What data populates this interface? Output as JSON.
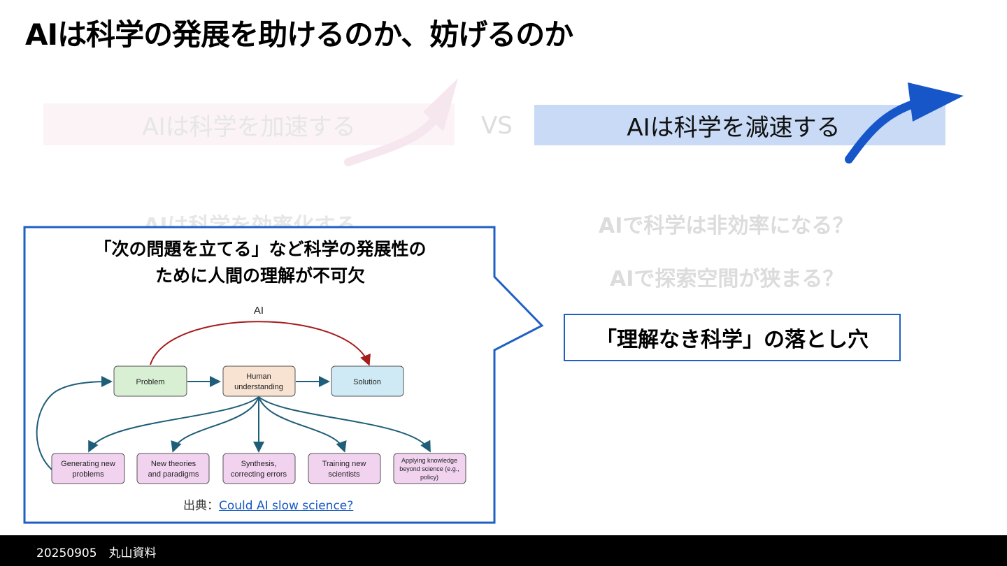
{
  "slide": {
    "title": "AIは科学の発展を助けるのか、妨げるのか",
    "accelerate_label": "AIは科学を加速する",
    "vs_label": "VS",
    "decelerate_label": "AIは科学を減速する",
    "efficiency_label": "AIは科学を効率化する",
    "inefficiency_question": "AIで科学は非効率になる？",
    "narrow_search_question": "AIで探索空間が狭まる？",
    "pitfall_label": "「理解なき科学」の落とし穴",
    "callout_heading_line1": "「次の問題を立てる」など科学の発展性の",
    "callout_heading_line2": "ために人間の理解が不可欠",
    "colors": {
      "accent_blue": "#1f5fc4",
      "highlight_box": "#c8daf5",
      "faded_box": "#fbf3f6"
    }
  },
  "diagram": {
    "ai_label": "AI",
    "problem": "Problem",
    "human_line1": "Human",
    "human_line2": "understanding",
    "solution": "Solution",
    "outcomes": [
      {
        "line1": "Generating new",
        "line2": "problems"
      },
      {
        "line1": "New theories",
        "line2": "and paradigms"
      },
      {
        "line1": "Synthesis,",
        "line2": "correcting errors"
      },
      {
        "line1": "Training new",
        "line2": "scientists"
      },
      {
        "line1": "Applying knowledge",
        "line2": "beyond science (e.g.,",
        "line3": "policy)"
      }
    ]
  },
  "citation": {
    "prefix": "出典：",
    "link_text": "Could AI slow science?"
  },
  "footer": {
    "text": "20250905　丸山資料"
  }
}
